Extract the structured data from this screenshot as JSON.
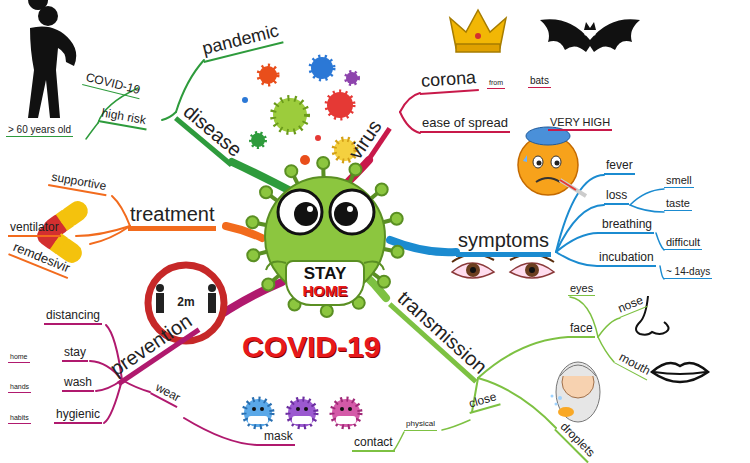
{
  "diagram": {
    "title": "COVID-19",
    "nodes": [
      {
        "text": [
          "STAY",
          "HOME"
        ]
      }
    ],
    "labels": [
      "pandemic",
      "COVID-19",
      "high risk",
      "> 60 years old",
      "disease",
      "virus",
      "corona",
      "from",
      "bats",
      "ease of spread",
      "VERY HIGH",
      "symptoms",
      "fever",
      "loss",
      "smell",
      "taste",
      "breathing",
      "difficult",
      "incubation",
      "~ 14-days",
      "treatment",
      "supportive",
      "ventilator",
      "remdesivir",
      "prevention",
      "distancing",
      "stay",
      "home",
      "wash",
      "hands",
      "hygienic",
      "habits",
      "wear",
      "mask",
      "transmission",
      "eyes",
      "face",
      "nose",
      "mouth",
      "close",
      "physical",
      "contact",
      "droplets",
      "2m"
    ]
  }
}
